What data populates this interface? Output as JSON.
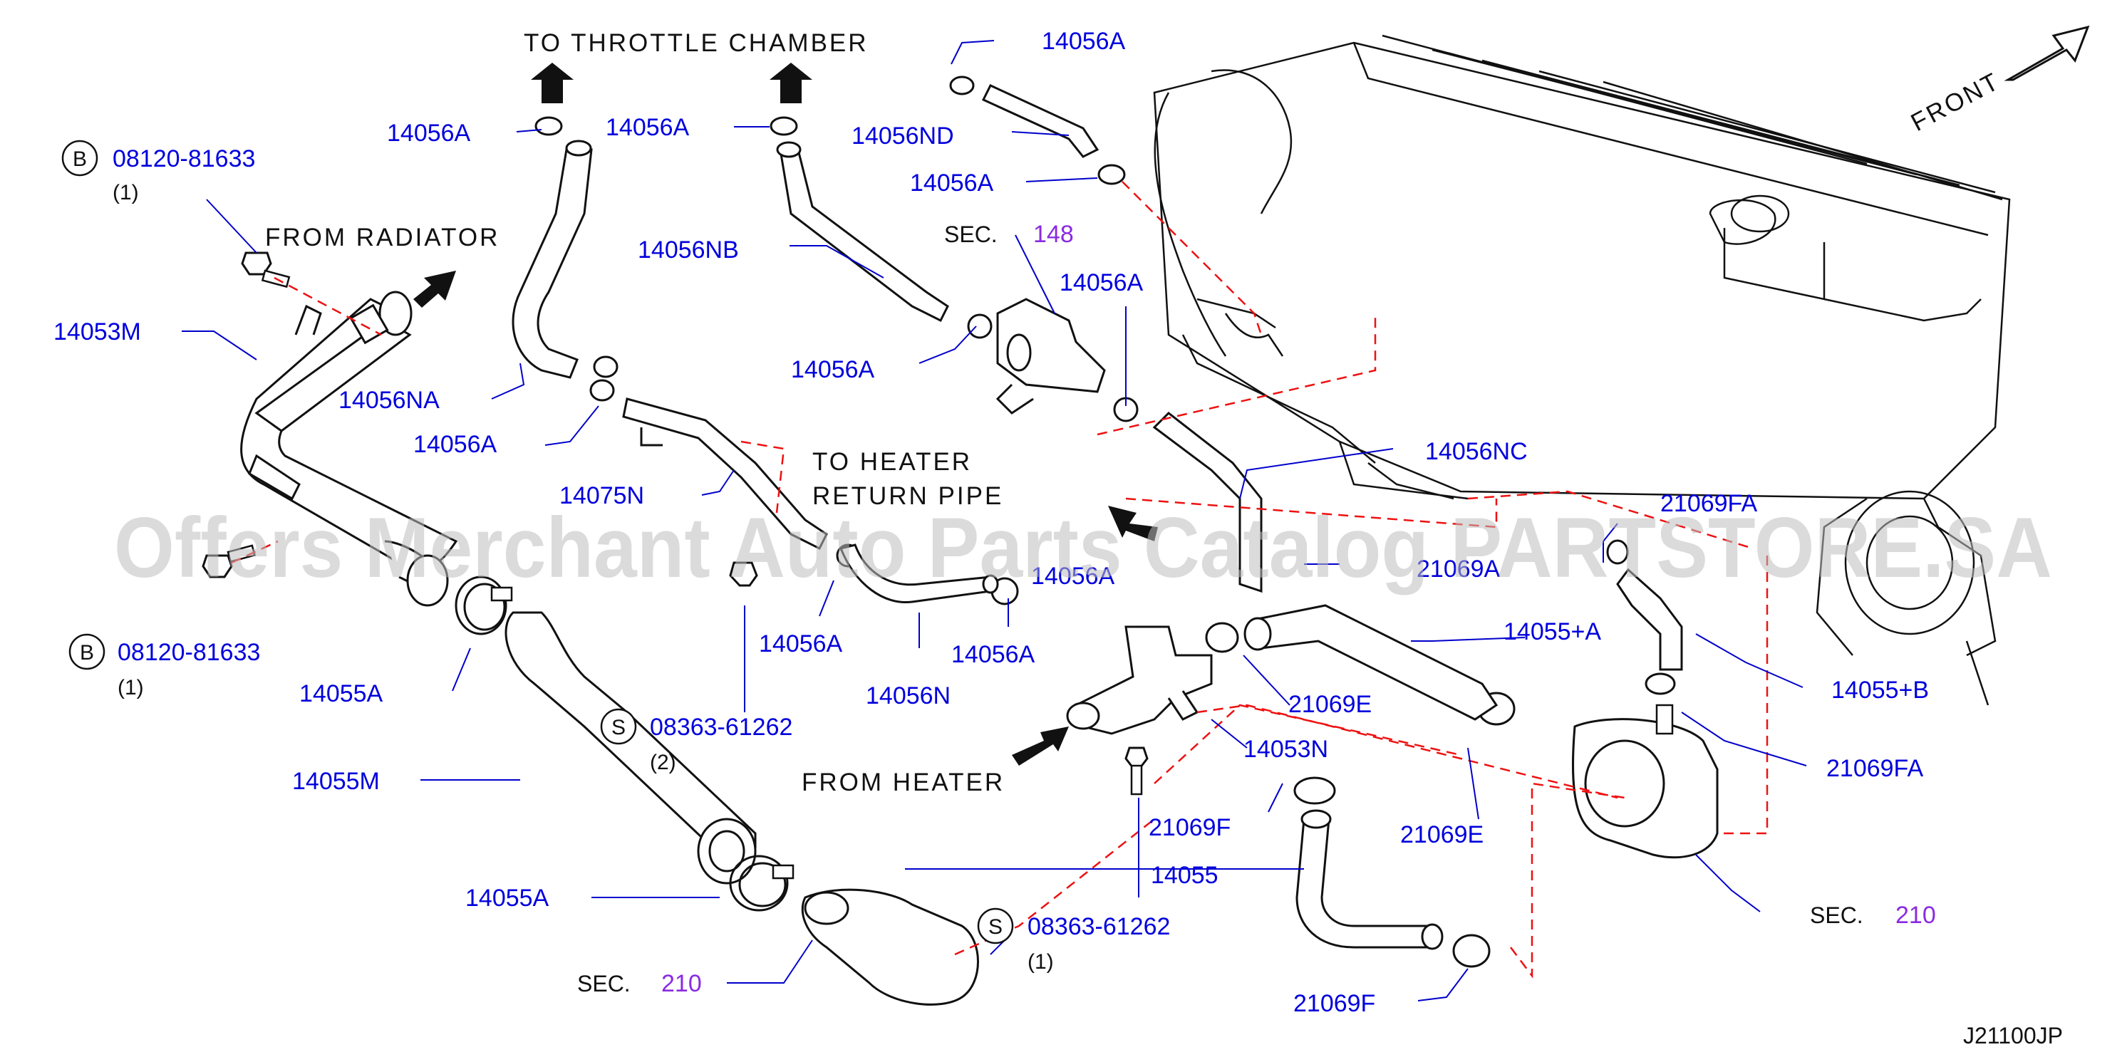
{
  "diagram": {
    "reference_code": "J21100JP",
    "watermark": "Offers Merchant Auto Parts Catalog PARTSTORE.SA",
    "direction_label": "FRONT",
    "notes": {
      "throttle": "TO  THROTTLE  CHAMBER",
      "radiator": "FROM  RADIATOR",
      "heater_return_1": "TO  HEATER",
      "heater_return_2": "RETURN  PIPE",
      "from_heater": "FROM  HEATER"
    },
    "section_refs": [
      {
        "prefix": "SEC.",
        "number": "148"
      },
      {
        "prefix": "SEC.",
        "number": "210"
      },
      {
        "prefix": "SEC.",
        "number": "210"
      }
    ],
    "bolts": [
      {
        "type": "B",
        "part": "08120-81633",
        "qty": "(1)"
      },
      {
        "type": "B",
        "part": "08120-81633",
        "qty": "(1)"
      },
      {
        "type": "S",
        "part": "08363-61262",
        "qty": "(2)"
      },
      {
        "type": "S",
        "part": "08363-61262",
        "qty": "(1)"
      }
    ],
    "part_labels": [
      "14056A",
      "14056A",
      "14056A",
      "14056ND",
      "14056A",
      "14056NB",
      "14056A",
      "14056A",
      "14053M",
      "14056NA",
      "14056A",
      "14056NC",
      "14075N",
      "21069FA",
      "14056A",
      "21069A",
      "14056A",
      "14056N",
      "14056A",
      "14055A",
      "14055+A",
      "14055+B",
      "21069E",
      "14053N",
      "21069FA",
      "14055M",
      "21069F",
      "21069E",
      "14055",
      "14055A",
      "21069F"
    ]
  }
}
